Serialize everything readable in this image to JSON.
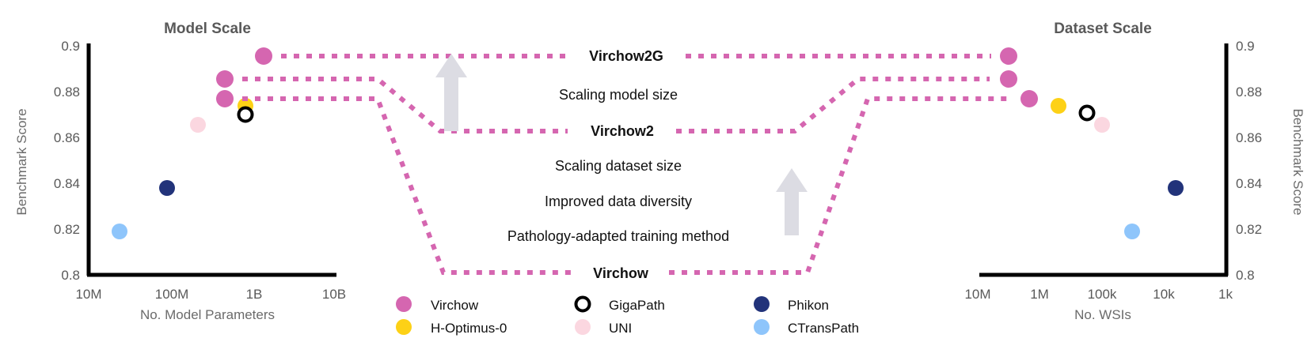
{
  "figure": {
    "background": "#ffffff",
    "accent_pink": "#d566b0",
    "arrow_gray": "#dcdce3",
    "axis_color": "#000000",
    "tick_color": "#595959"
  },
  "left_panel": {
    "title": "Model Scale",
    "xlabel": "No. Model Parameters",
    "ylabel": "Benchmark Score",
    "xticks": [
      "10M",
      "100M",
      "1B",
      "10B"
    ],
    "yticks": [
      "0.9",
      "0.88",
      "0.86",
      "0.84",
      "0.82",
      "0.8"
    ]
  },
  "right_panel": {
    "title": "Dataset Scale",
    "xlabel": "No. WSIs",
    "ylabel": "Benchmark Score",
    "xticks": [
      "10M",
      "1M",
      "100k",
      "10k",
      "1k"
    ],
    "yticks": [
      "0.9",
      "0.88",
      "0.86",
      "0.84",
      "0.82",
      "0.8"
    ]
  },
  "annotations": {
    "virchow2g": "Virchow2G",
    "virchow2": "Virchow2",
    "virchow": "Virchow",
    "scaling_model_size": "Scaling model size",
    "scaling_dataset_size": "Scaling dataset size",
    "improved_data_diversity": "Improved data diversity",
    "pathology_training": "Pathology-adapted training method"
  },
  "legend": {
    "items": [
      {
        "label": "Virchow",
        "color": "#d566b0",
        "style": "filled"
      },
      {
        "label": "H-Optimus-0",
        "color": "#fdd116",
        "style": "filled"
      },
      {
        "label": "GigaPath",
        "color": "#000000",
        "style": "ring"
      },
      {
        "label": "UNI",
        "color": "#fbd7e0",
        "style": "filled"
      },
      {
        "label": "Phikon",
        "color": "#22337a",
        "style": "filled"
      },
      {
        "label": "CTransPath",
        "color": "#8ec5fb",
        "style": "filled"
      }
    ]
  },
  "chart_data": {
    "type": "scatter",
    "title": "Model Scale / Dataset Scale",
    "panels": [
      {
        "name": "Model Scale",
        "xlabel": "No. Model Parameters",
        "ylabel": "Benchmark Score",
        "xscale": "log",
        "xticklabels": [
          "10M",
          "100M",
          "1B",
          "10B"
        ],
        "xtickvalues": [
          10000000,
          100000000,
          1000000000,
          10000000000
        ],
        "ylim": [
          0.8,
          0.9
        ],
        "yticks": [
          0.8,
          0.82,
          0.84,
          0.86,
          0.88,
          0.9
        ],
        "grid": false,
        "points": [
          {
            "label": "Virchow2G",
            "series": "Virchow",
            "x": 1900000000,
            "y": 0.894,
            "color": "#d566b0"
          },
          {
            "label": "Virchow2",
            "series": "Virchow",
            "x": 630000000,
            "y": 0.885,
            "color": "#d566b0"
          },
          {
            "label": "Virchow",
            "series": "Virchow",
            "x": 630000000,
            "y": 0.877,
            "color": "#d566b0"
          },
          {
            "label": "H-Optimus-0",
            "series": "H-Optimus-0",
            "x": 1100000000,
            "y": 0.874,
            "color": "#fdd116"
          },
          {
            "label": "GigaPath",
            "series": "GigaPath",
            "x": 1100000000,
            "y": 0.872,
            "color": "#000000"
          },
          {
            "label": "UNI",
            "series": "UNI",
            "x": 300000000,
            "y": 0.866,
            "color": "#fbd7e0"
          },
          {
            "label": "Phikon",
            "series": "Phikon",
            "x": 86000000,
            "y": 0.838,
            "color": "#22337a"
          },
          {
            "label": "CTransPath",
            "series": "CTransPath",
            "x": 28000000,
            "y": 0.82,
            "color": "#8ec5fb"
          }
        ]
      },
      {
        "name": "Dataset Scale",
        "xlabel": "No. WSIs",
        "ylabel": "Benchmark Score",
        "xscale": "log-reversed",
        "xticklabels": [
          "10M",
          "1M",
          "100k",
          "10k",
          "1k"
        ],
        "xtickvalues": [
          10000000,
          1000000,
          100000,
          10000,
          1000
        ],
        "ylim": [
          0.8,
          0.9
        ],
        "yticks": [
          0.8,
          0.82,
          0.84,
          0.86,
          0.88,
          0.9
        ],
        "grid": false,
        "points": [
          {
            "label": "Virchow2G",
            "series": "Virchow",
            "x": 3100000,
            "y": 0.894,
            "color": "#d566b0"
          },
          {
            "label": "Virchow2",
            "series": "Virchow",
            "x": 3100000,
            "y": 0.885,
            "color": "#d566b0"
          },
          {
            "label": "Virchow",
            "series": "Virchow",
            "x": 1500000,
            "y": 0.877,
            "color": "#d566b0"
          },
          {
            "label": "H-Optimus-0",
            "series": "H-Optimus-0",
            "x": 500000,
            "y": 0.874,
            "color": "#fdd116"
          },
          {
            "label": "GigaPath",
            "series": "GigaPath",
            "x": 170000,
            "y": 0.872,
            "color": "#000000"
          },
          {
            "label": "UNI",
            "series": "UNI",
            "x": 100000,
            "y": 0.866,
            "color": "#fbd7e0"
          },
          {
            "label": "Phikon",
            "series": "Phikon",
            "x": 6000,
            "y": 0.838,
            "color": "#22337a"
          },
          {
            "label": "CTransPath",
            "series": "CTransPath",
            "x": 32000,
            "y": 0.82,
            "color": "#8ec5fb"
          }
        ]
      }
    ],
    "legend_entries": [
      "Virchow",
      "H-Optimus-0",
      "GigaPath",
      "UNI",
      "Phikon",
      "CTransPath"
    ],
    "legend_position": "bottom-center",
    "annotations": [
      "Virchow2G",
      "Scaling model size",
      "Virchow2",
      "Scaling dataset size",
      "Improved data diversity",
      "Pathology-adapted training method",
      "Virchow"
    ]
  }
}
